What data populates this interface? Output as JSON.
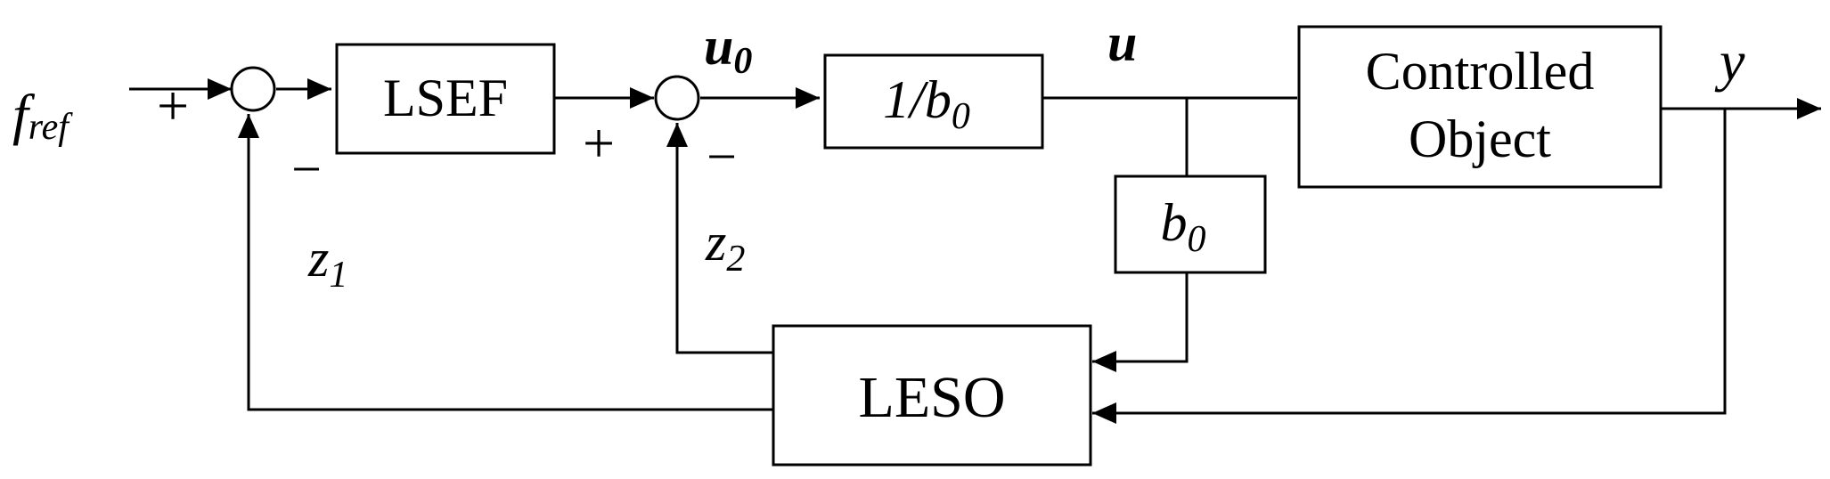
{
  "colors": {
    "line": "#000000",
    "leso_fill": "#FFC000",
    "box_fill": "#FFFFFF"
  },
  "blocks": {
    "lsef": "LSEF",
    "inv_b0_main": "1/b",
    "inv_b0_sub": "0",
    "b0_main": "b",
    "b0_sub": "0",
    "controlled_object_line1": "Controlled",
    "controlled_object_line2": "Object",
    "leso": "LESO"
  },
  "signals": {
    "f_ref_main": "f",
    "f_ref_sub": "ref",
    "u0_main": "u",
    "u0_sub": "0",
    "u": "u",
    "y": "y",
    "z1_main": "z",
    "z1_sub": "1",
    "z2_main": "z",
    "z2_sub": "2"
  },
  "signs": {
    "sum1_plus": "+",
    "sum1_minus": "−",
    "sum2_plus": "+",
    "sum2_minus": "−"
  }
}
